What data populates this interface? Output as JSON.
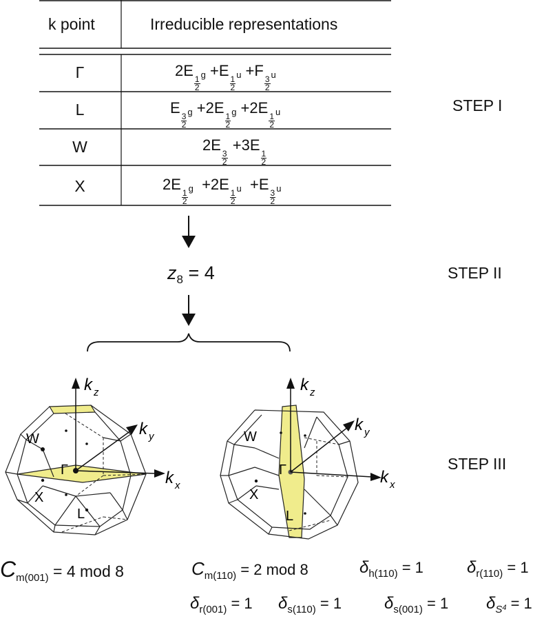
{
  "table": {
    "header_kpoint": "k point",
    "header_irreps": "Irreducible representations",
    "rows": [
      {
        "k": "Γ",
        "terms": [
          {
            "pre": "2E",
            "num": "1",
            "den": "2",
            "suf": "g",
            "join": " +"
          },
          {
            "pre": "E",
            "num": "1",
            "den": "2",
            "suf": "u",
            "join": " +"
          },
          {
            "pre": "F",
            "num": "3",
            "den": "2",
            "suf": "u",
            "join": ""
          }
        ]
      },
      {
        "k": "L",
        "terms": [
          {
            "pre": "E",
            "num": "3",
            "den": "2",
            "suf": "g",
            "join": " +"
          },
          {
            "pre": "2E",
            "num": "1",
            "den": "2",
            "suf": "g",
            "join": " +"
          },
          {
            "pre": "2E",
            "num": "1",
            "den": "2",
            "suf": "u",
            "join": ""
          }
        ]
      },
      {
        "k": "W",
        "terms": [
          {
            "pre": "2E",
            "num": "3",
            "den": "2",
            "suf": "",
            "join": " +"
          },
          {
            "pre": "3E",
            "num": "1",
            "den": "2",
            "suf": "",
            "join": ""
          }
        ]
      },
      {
        "k": "X",
        "terms": [
          {
            "pre": "2E",
            "num": "1",
            "den": "2",
            "suf": "g",
            "join": "  +"
          },
          {
            "pre": "2E",
            "num": "1",
            "den": "2",
            "suf": "u",
            "join": "  +"
          },
          {
            "pre": "E",
            "num": "3",
            "den": "2",
            "suf": "u",
            "join": ""
          }
        ]
      }
    ]
  },
  "steps": {
    "step1": "STEP I",
    "step2": "STEP II",
    "step3": "STEP III"
  },
  "z8": {
    "var": "z",
    "sub": "8",
    "rest": " = 4"
  },
  "bz_left": {
    "kz": "k",
    "kz_sub": "z",
    "ky": "k",
    "ky_sub": "y",
    "kx": "k",
    "kx_sub": "x",
    "W": "W",
    "Gamma": "Γ",
    "X": "X",
    "L": "L"
  },
  "bz_right": {
    "kz": "k",
    "kz_sub": "z",
    "ky": "k",
    "ky_sub": "y",
    "kx": "k",
    "kx_sub": "x",
    "W": "W",
    "Gamma": "Γ",
    "X": "X",
    "L": "L"
  },
  "equations": {
    "cm001": {
      "sym": "C",
      "sub": "m(001)",
      "rest": " = 4 mod 8"
    },
    "cm110": {
      "sym": "C",
      "sub": "m(110)",
      "rest": " = 2 mod 8"
    },
    "dh110": {
      "sym": "δ",
      "sub": "h(110)",
      "rest": " = 1"
    },
    "dr110": {
      "sym": "δ",
      "sub": "r(110)",
      "rest": " = 1"
    },
    "dr001": {
      "sym": "δ",
      "sub": "r(001)",
      "rest": " = 1"
    },
    "ds110": {
      "sym": "δ",
      "sub": "s(110)",
      "rest": " = 1"
    },
    "ds001": {
      "sym": "δ",
      "sub": "s(001)",
      "rest": " = 1"
    },
    "ds4": {
      "sym": "δ",
      "sub": "S",
      "sub2": "4",
      "rest": " = 1"
    }
  }
}
